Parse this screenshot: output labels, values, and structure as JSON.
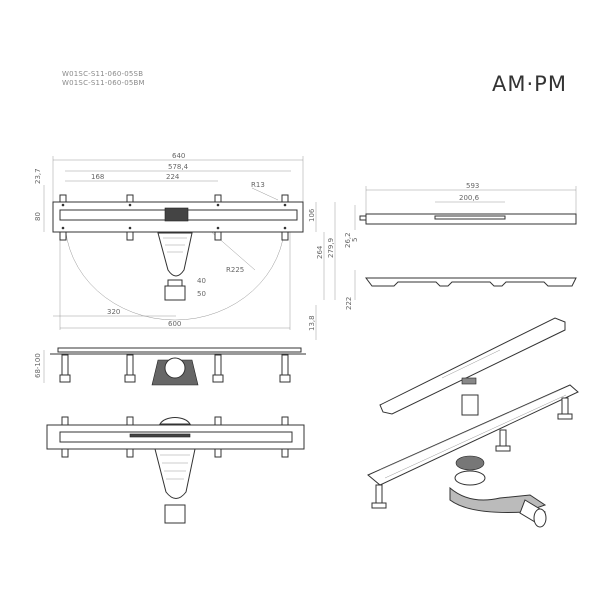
{
  "header": {
    "model_codes": [
      "W01SC-S11-060-05SB",
      "W01SC-S11-060-05BM"
    ],
    "brand_logo": "AM·PM"
  },
  "top_view": {
    "dims": {
      "overall_length": "640",
      "hole_span": "578,4",
      "segment_left": "168",
      "segment_mid": "224",
      "radius_small": "R13",
      "flange_height": "23,7",
      "plate_width": "80",
      "depth_106": "106",
      "depth_264": "264",
      "depth_279": "279,9",
      "radius_large": "R225",
      "outlet_40": "40",
      "outlet_50": "50",
      "outlet_offset": "320",
      "channel_length": "600",
      "offset_13": "13,8"
    }
  },
  "side_view": {
    "dims": {
      "height_range": "68-100"
    }
  },
  "grate_view": {
    "dims": {
      "grate_length": "593",
      "slot_length": "200,6",
      "grate_height": "26,2",
      "grate_gap": "5",
      "profile_height": "222"
    }
  }
}
